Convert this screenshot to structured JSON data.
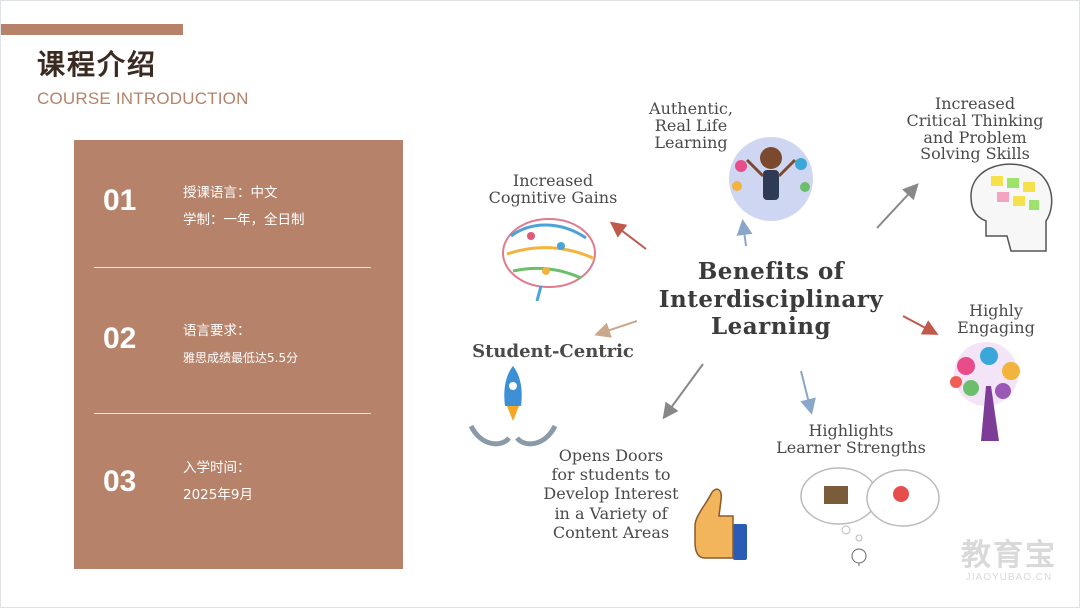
{
  "header": {
    "title": "课程介绍",
    "subtitle": "COURSE INTRODUCTION"
  },
  "info": [
    {
      "number": "01",
      "line1": "授课语言：中文",
      "line2": "学制：一年，全日制"
    },
    {
      "number": "02",
      "line1": "语言要求：",
      "line2": "雅思成绩最低达5.5分"
    },
    {
      "number": "03",
      "line1": "入学时间：",
      "line2": "2025年9月"
    }
  ],
  "mindmap": {
    "center_line1": "Benefits of",
    "center_line2": "Interdisciplinary",
    "center_line3": "Learning",
    "authentic_l1": "Authentic,",
    "authentic_l2": "Real Life",
    "authentic_l3": "Learning",
    "critical_l1": "Increased",
    "critical_l2": "Critical Thinking",
    "critical_l3": "and Problem",
    "critical_l4": "Solving Skills",
    "cognitive_l1": "Increased",
    "cognitive_l2": "Cognitive Gains",
    "engaging_l1": "Highly",
    "engaging_l2": "Engaging",
    "student_centric": "Student-Centric",
    "strengths_l1": "Highlights",
    "strengths_l2": "Learner Strengths",
    "doors_l1": "Opens Doors",
    "doors_l2": "for students to",
    "doors_l3": "Develop Interest",
    "doors_l4": "in a Variety of",
    "doors_l5": "Content Areas"
  },
  "watermark": {
    "cn": "教育宝",
    "en": "JIAOYUBAO.CN"
  },
  "colors": {
    "accent": "#b6826a",
    "title": "#3a2a22"
  }
}
